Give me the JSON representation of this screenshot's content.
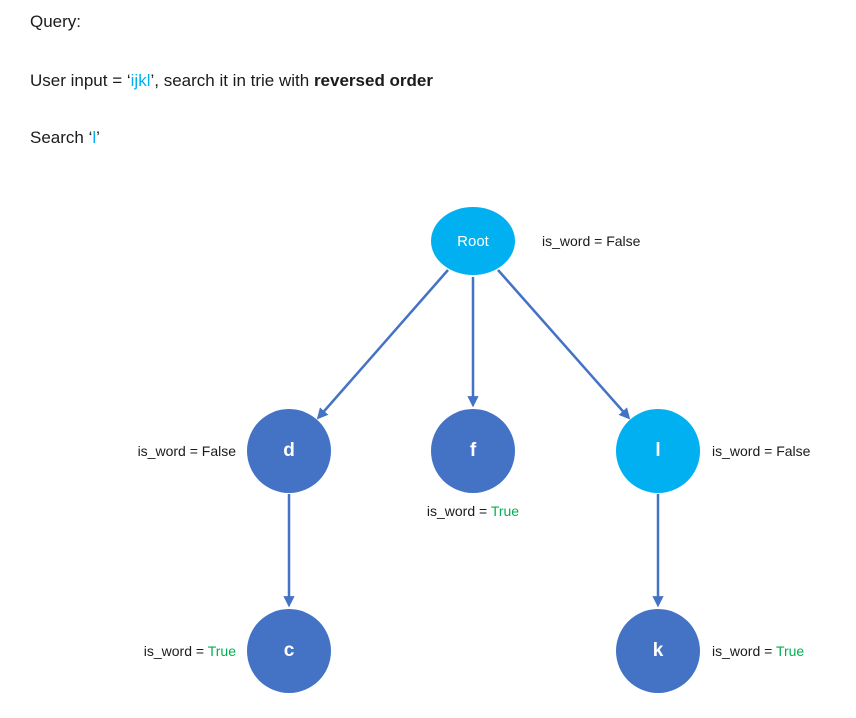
{
  "header": {
    "title": "Query:",
    "query": {
      "prefix": "User input = ‘",
      "input": "ijkl",
      "middle": "’, search it in trie with ",
      "emphasis": "reversed order"
    },
    "search": {
      "prefix": "Search ‘",
      "char": "l",
      "suffix": "’"
    }
  },
  "trie": {
    "nodes": {
      "root": {
        "label": "Root",
        "state": "active",
        "is_word": {
          "prefix": "is_word = ",
          "value": "False"
        }
      },
      "d": {
        "label": "d",
        "state": "default",
        "is_word": {
          "prefix": "is_word = ",
          "value": "False"
        }
      },
      "f": {
        "label": "f",
        "state": "default",
        "is_word": {
          "prefix": "is_word = ",
          "value": "True"
        }
      },
      "l": {
        "label": "l",
        "state": "active",
        "is_word": {
          "prefix": "is_word = ",
          "value": "False"
        }
      },
      "c": {
        "label": "c",
        "state": "default",
        "is_word": {
          "prefix": "is_word = ",
          "value": "True"
        }
      },
      "k": {
        "label": "k",
        "state": "default",
        "is_word": {
          "prefix": "is_word = ",
          "value": "True"
        }
      }
    },
    "edges": [
      {
        "from": "root",
        "to": "d"
      },
      {
        "from": "root",
        "to": "f"
      },
      {
        "from": "root",
        "to": "l"
      },
      {
        "from": "d",
        "to": "c"
      },
      {
        "from": "l",
        "to": "k"
      }
    ]
  },
  "colors": {
    "highlight_cyan": "#00B0F0",
    "node_active": "#00B0F0",
    "node_default": "#4472C4",
    "edge_blue": "#4472C4",
    "true_green": "#00B050",
    "text": "#1b1b1b"
  }
}
